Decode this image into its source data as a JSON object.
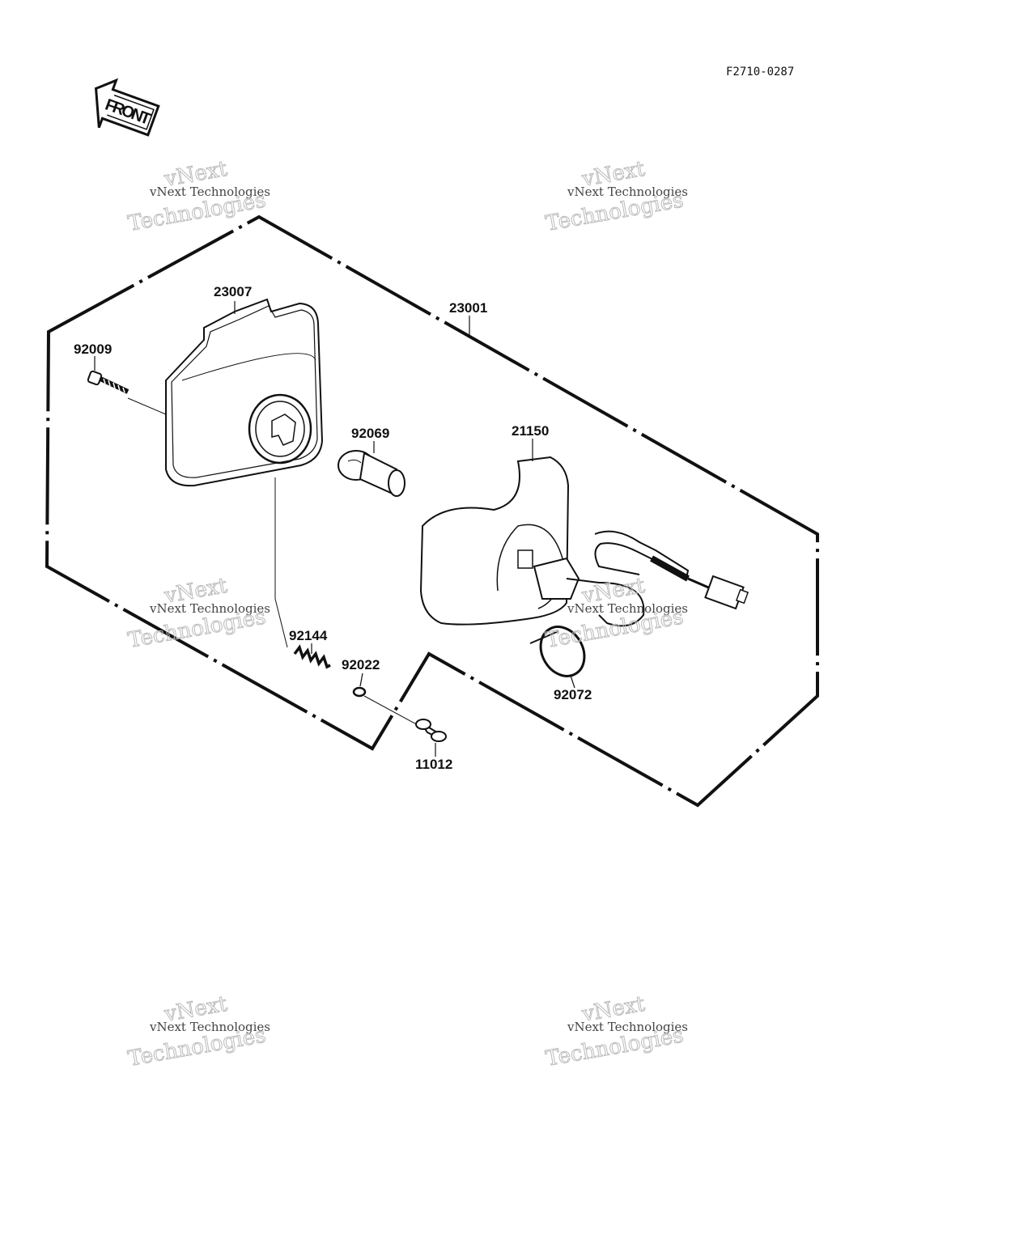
{
  "figure_code": "F2710-0287",
  "front_label": "FRONT",
  "parts": [
    {
      "id": "23001"
    },
    {
      "id": "23007"
    },
    {
      "id": "92009"
    },
    {
      "id": "92069"
    },
    {
      "id": "21150"
    },
    {
      "id": "92144"
    },
    {
      "id": "92022"
    },
    {
      "id": "92072"
    },
    {
      "id": "11012"
    }
  ],
  "watermark": {
    "line_small": "vNext Technologies",
    "line_big_1": "vNext",
    "line_big_2": "Technologies"
  },
  "colors": {
    "ink": "#111111",
    "watermark": "#bbbbbb"
  }
}
